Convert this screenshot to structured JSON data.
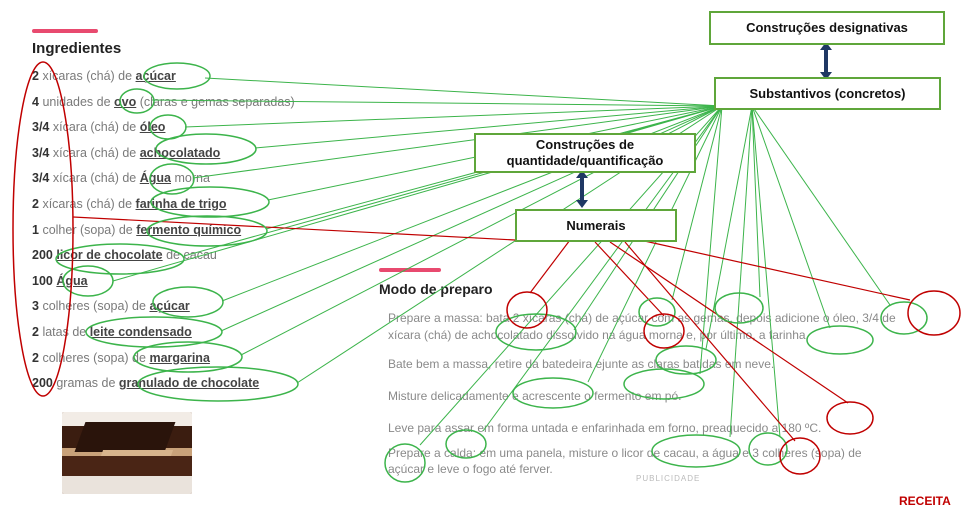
{
  "ingredients": {
    "title": "Ingredientes",
    "items": [
      {
        "qty": "2",
        "pre": "xícaras (chá) de",
        "noun": "açúcar",
        "post": ""
      },
      {
        "qty": "4",
        "pre": "unidades de",
        "noun": "ovo",
        "post": "(claras e gemas separadas)"
      },
      {
        "qty": "3/4",
        "pre": "xícara (chá) de",
        "noun": "óleo",
        "post": ""
      },
      {
        "qty": "3/4",
        "pre": "xícara (chá) de",
        "noun": "achocolatado",
        "post": ""
      },
      {
        "qty": "3/4",
        "pre": "xícara (chá) de",
        "noun": "Água",
        "post": "morna"
      },
      {
        "qty": "2",
        "pre": "xícaras (chá) de",
        "noun": "farinha de trigo",
        "post": ""
      },
      {
        "qty": "1",
        "pre": "colher (sopa) de",
        "noun": "fermento químico",
        "post": ""
      },
      {
        "qty": "200",
        "pre": "",
        "noun": "licor de chocolate",
        "post": "de cacau"
      },
      {
        "qty": "100",
        "pre": "",
        "noun": "Água",
        "post": ""
      },
      {
        "qty": "3",
        "pre": "colheres (sopa) de",
        "noun": "açúcar",
        "post": ""
      },
      {
        "qty": "2",
        "pre": "latas de",
        "noun": "leite condensado",
        "post": ""
      },
      {
        "qty": "2",
        "pre": "colheres (sopa) de",
        "noun": "margarina",
        "post": ""
      },
      {
        "qty": "200",
        "pre": "gramas de",
        "noun": "granulado de chocolate",
        "post": ""
      }
    ]
  },
  "preparo": {
    "title": "Modo de preparo",
    "lines": [
      "Prepare a massa: bata 2 xícaras (chá) de açúcar com as gemas, depois adicione o óleo, 3/4 de",
      "xícara (chá) de achocolatado dissolvido na água morna e, por último, a farinha.",
      "Bate bem a massa, retire da batedeira ejunte as claras batidas em neve.",
      "Misture delicadamente e acrescente o fermento em pó.",
      "Leve para assar em forma untada e enfarinhada em forno, preaquecido a 180 ºC.",
      "Prepare a calda: em uma panela, misture o licor de cacau, a água e 3 colheres (sopa) de",
      "açúcar e leve o fogo até ferver."
    ],
    "footer": "PUBLICIDADE"
  },
  "labels": {
    "designativas": "Construções designativas",
    "substantivos": "Substantivos (concretos)",
    "quantidade_line1": "Construções de",
    "quantidade_line2": "quantidade/quantificação",
    "numerais": "Numerais"
  },
  "caption": "RECEITA",
  "colors": {
    "green": "#3cb44b",
    "red": "#c00000",
    "box_border": "#5fa63a",
    "arrow": "#1f3864",
    "accent": "#e84a6f"
  }
}
